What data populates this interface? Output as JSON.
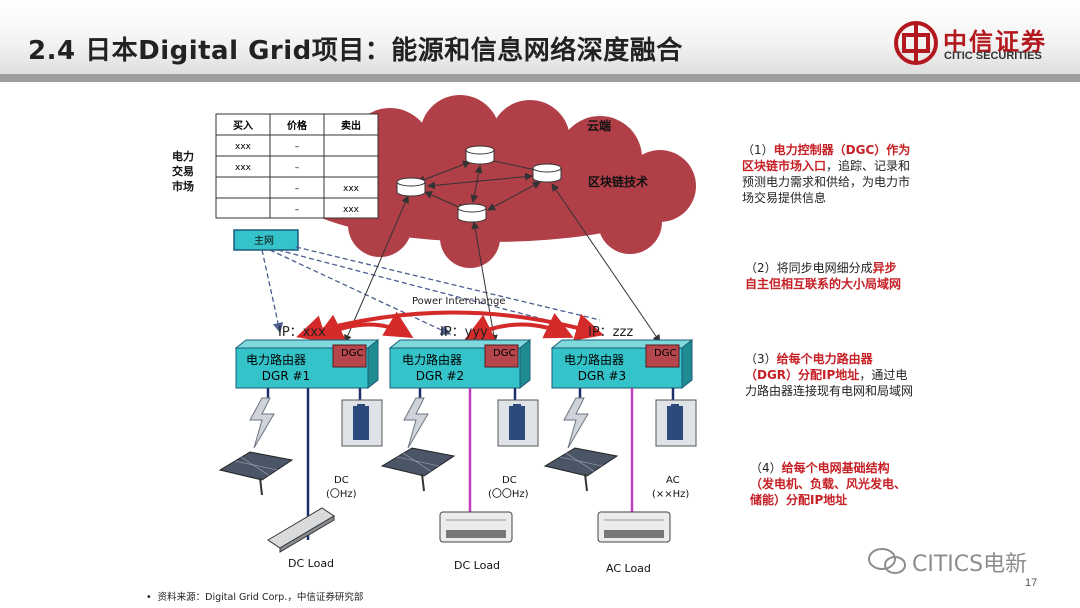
{
  "header": {
    "title": "2.4 日本Digital Grid项目：能源和信息网络深度融合"
  },
  "logo": {
    "name": "中信证券",
    "english": "CITIC SECURITIES",
    "brand_color": "#b3181e"
  },
  "diagram": {
    "market_label": [
      "电力",
      "交易",
      "市场"
    ],
    "table": {
      "headers": [
        "买入",
        "价格",
        "卖出"
      ],
      "rows": [
        [
          "xxx",
          "–",
          ""
        ],
        [
          "xxx",
          "–",
          ""
        ],
        [
          "",
          "–",
          "xxx"
        ],
        [
          "",
          "–",
          "xxx"
        ]
      ]
    },
    "cloud_label": "云端",
    "blockchain_label": "区块链技术",
    "main_grid": "主网",
    "power_interchange": "Power Interchange",
    "ips": [
      "IP：xxx",
      "IP：yyy",
      "IP：zzz"
    ],
    "routers": [
      {
        "name": "电力路由器",
        "id": "DGR #1",
        "dgc": "DGC"
      },
      {
        "name": "电力路由器",
        "id": "DGR #2",
        "dgc": "DGC"
      },
      {
        "name": "电力路由器",
        "id": "DGR #3",
        "dgc": "DGC"
      }
    ],
    "branches": [
      {
        "type": "DC",
        "freq": "(〇Hz)",
        "load": "DC Load"
      },
      {
        "type": "DC",
        "freq": "(〇〇Hz)",
        "load": "DC Load"
      },
      {
        "type": "AC",
        "freq": "(××Hz)",
        "load": "AC Load"
      }
    ],
    "colors": {
      "cloud": "#b03f48",
      "router": "#33c3c8",
      "dgc": "#b5464b",
      "dc_line": "#1f2f6b",
      "ac_line": "#c03fc0",
      "interchange": "#d42a2a"
    }
  },
  "notes": [
    {
      "prefix": "（1）",
      "red": "电力控制器（DGC）作为区块链市场入口",
      "rest": "，追踪、记录和预测电力需求和供给，为电力市场交易提供信息"
    },
    {
      "prefix": "（2）将同步电网细分成",
      "red": "异步自主但相互联系的大小局域网",
      "rest": ""
    },
    {
      "prefix": "（3）",
      "red": "给每个电力路由器（DGR）分配IP地址",
      "rest": "，通过电力路由器连接现有电网和局域网"
    },
    {
      "prefix": "（4）",
      "red": "给每个电网基础结构（发电机、负载、风光发电、储能）分配IP地址",
      "rest": ""
    }
  ],
  "source": "资料来源：Digital Grid Corp.，中信证券研究部",
  "page_number": "17",
  "watermark": "CITICS电新"
}
